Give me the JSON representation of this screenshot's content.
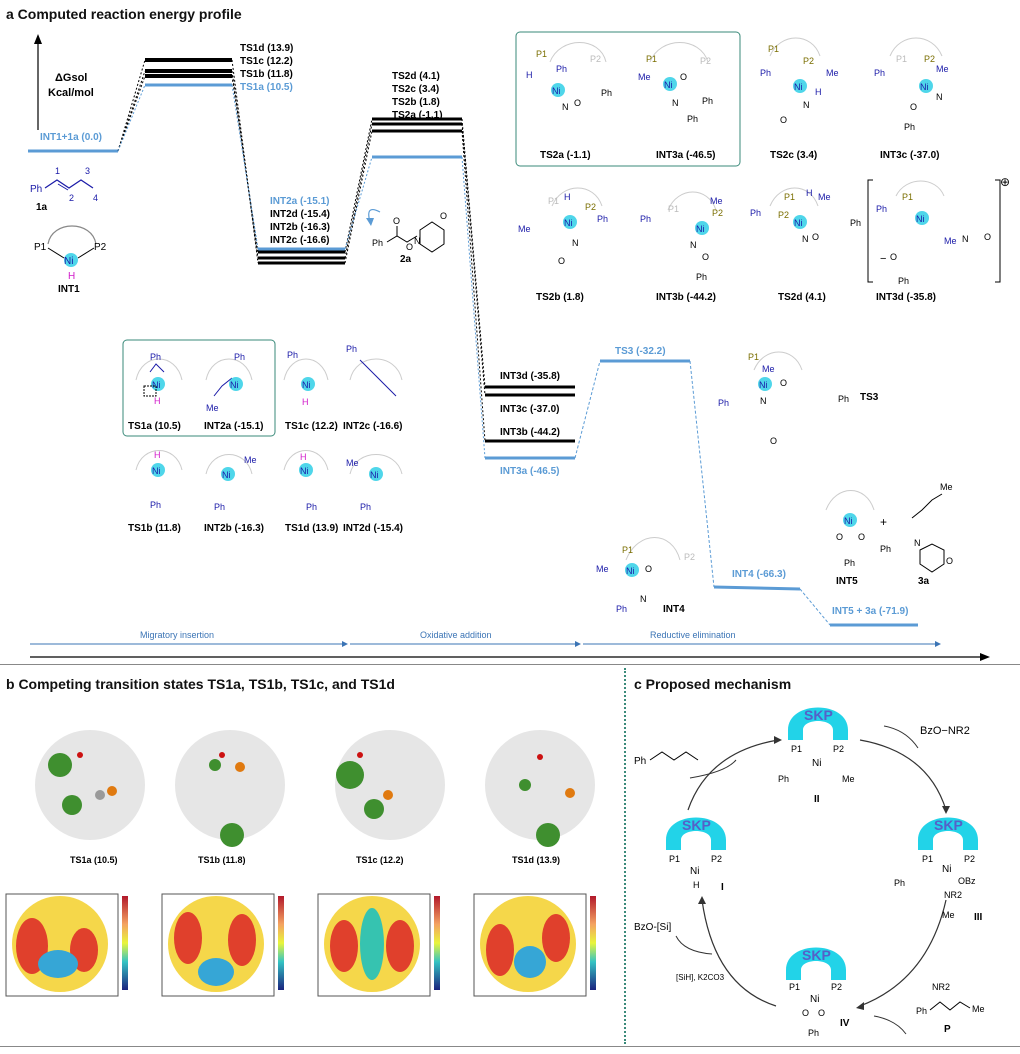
{
  "panel_a": {
    "title": "a Computed reaction energy profile",
    "axis_label_1": "ΔGsol",
    "axis_label_2": "Kcal/mol",
    "levels": {
      "int1_1a": "INT1+1a (0.0)",
      "ts1d": "TS1d (13.9)",
      "ts1c": "TS1c (12.2)",
      "ts1b": "TS1b (11.8)",
      "ts1a": "TS1a (10.5)",
      "int2a": "INT2a (-15.1)",
      "int2d": "INT2d (-15.4)",
      "int2b": "INT2b (-16.3)",
      "int2c": "INT2c (-16.6)",
      "ts2d": "TS2d (4.1)",
      "ts2c": "TS2c (3.4)",
      "ts2b": "TS2b (1.8)",
      "ts2a": "TS2a (-1.1)",
      "int3d": "INT3d (-35.8)",
      "int3c": "INT3c (-37.0)",
      "int3b": "INT3b (-44.2)",
      "int3a": "INT3a (-46.5)",
      "ts3": "TS3 (-32.2)",
      "int4": "INT4 (-66.3)",
      "int5_3a": "INT5 + 3a (-71.9)"
    },
    "stages": [
      "Migratory insertion",
      "Oxidative addition",
      "Reductive elimination"
    ],
    "structure_labels": {
      "s1a": "1a",
      "n1": "1",
      "n2": "2",
      "n3": "3",
      "n4": "4",
      "int1": "INT1",
      "s2a": "2a",
      "ts1a": "TS1a (10.5)",
      "int2a": "INT2a (-15.1)",
      "ts1c": "TS1c (12.2)",
      "int2c": "INT2c (-16.6)",
      "ts1b": "TS1b (11.8)",
      "int2b": "INT2b (-16.3)",
      "ts1d": "TS1d (13.9)",
      "int2d": "INT2d (-15.4)",
      "ts2a": "TS2a (-1.1)",
      "int3a": "INT3a (-46.5)",
      "ts2c": "TS2c (3.4)",
      "int3c": "INT3c (-37.0)",
      "ts2b": "TS2b (1.8)",
      "int3b": "INT3b (-44.2)",
      "ts2d": "TS2d (4.1)",
      "int3d": "INT3d (-35.8)",
      "ts3": "TS3",
      "int4": "INT4",
      "int5": "INT5",
      "s3a": "3a"
    },
    "atoms": {
      "ni": "Ni",
      "p1": "P1",
      "p2": "P2",
      "h": "H",
      "ph": "Ph",
      "me": "Me",
      "n": "N",
      "o": "O",
      "plus": "+",
      "minus": "−",
      "circ_plus": "⊕"
    }
  },
  "panel_b": {
    "title": "b Competing transition states TS1a, TS1b, TS1c, and TS1d",
    "captions": [
      "TS1a (10.5)",
      "TS1b (11.8)",
      "TS1c (12.2)",
      "TS1d (13.9)"
    ]
  },
  "panel_c": {
    "title": "c Proposed mechanism",
    "skp": "SKP",
    "roman": [
      "I",
      "II",
      "III",
      "IV"
    ],
    "reagents": {
      "bzo_nr2": "BzO−NR2",
      "bzo_si": "BzO-[Si]",
      "sih": "[SiH], K2CO3",
      "product": "P",
      "nr2": "NR2",
      "obz": "OBz"
    }
  }
}
